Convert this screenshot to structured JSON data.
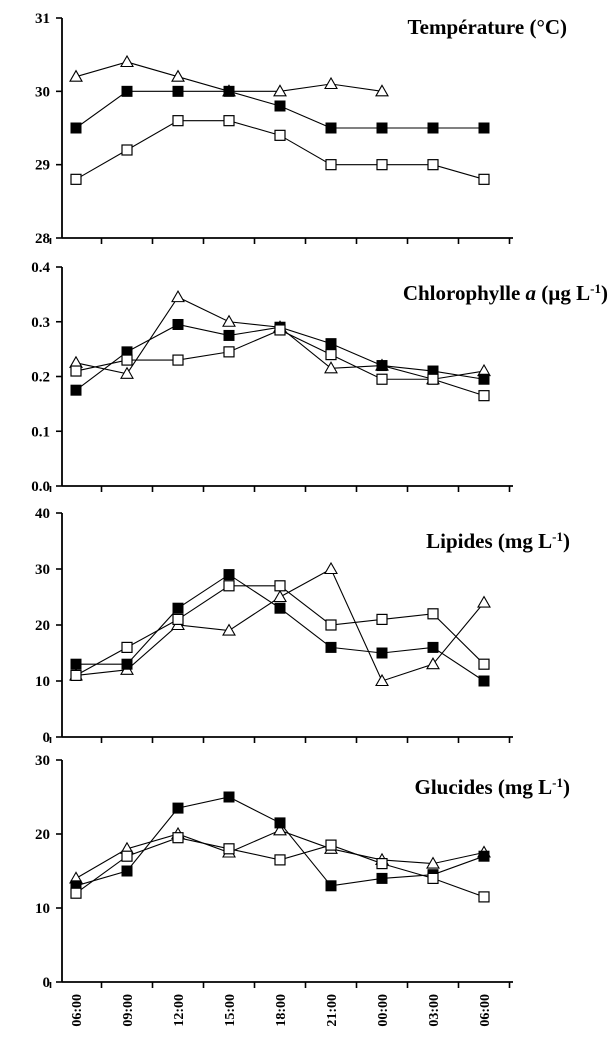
{
  "chart_data": [
    {
      "type": "line",
      "title": "Température (°C)",
      "title_parts": [
        {
          "text": "Température (°C)"
        }
      ],
      "ylim": [
        28,
        31
      ],
      "yticks": [
        28,
        29,
        30,
        31
      ],
      "ytick_labels": [
        "28",
        "29",
        "30",
        "31"
      ],
      "categories": [
        "06:00",
        "09:00",
        "12:00",
        "15:00",
        "18:00",
        "21:00",
        "00:00",
        "03:00",
        "06:00"
      ],
      "series": [
        {
          "marker": "triangle-open",
          "values": [
            30.2,
            30.4,
            30.2,
            30.0,
            30.0,
            30.1,
            30.0,
            null,
            null
          ]
        },
        {
          "marker": "square-filled",
          "values": [
            29.5,
            30.0,
            30.0,
            30.0,
            29.8,
            29.5,
            29.5,
            29.5,
            29.5
          ]
        },
        {
          "marker": "square-open",
          "values": [
            28.8,
            29.2,
            29.6,
            29.6,
            29.4,
            29.0,
            29.0,
            29.0,
            28.8
          ]
        }
      ]
    },
    {
      "type": "line",
      "title": "Chlorophylle a (µg L-1)",
      "title_parts": [
        {
          "text": "Chlorophylle "
        },
        {
          "text": "a",
          "italic": true
        },
        {
          "text": "  (µg L"
        },
        {
          "text": "-1",
          "sup": true
        },
        {
          "text": ")"
        }
      ],
      "ylim": [
        0,
        0.4
      ],
      "yticks": [
        0,
        0.1,
        0.2,
        0.3,
        0.4
      ],
      "ytick_labels": [
        "0.0",
        "0.1",
        "0.2",
        "0.3",
        "0.4"
      ],
      "categories": [
        "06:00",
        "09:00",
        "12:00",
        "15:00",
        "18:00",
        "21:00",
        "00:00",
        "03:00",
        "06:00"
      ],
      "series": [
        {
          "marker": "triangle-open",
          "values": [
            0.225,
            0.205,
            0.345,
            0.3,
            0.29,
            0.215,
            0.22,
            0.195,
            0.21
          ]
        },
        {
          "marker": "square-filled",
          "values": [
            0.175,
            0.245,
            0.295,
            0.275,
            0.29,
            0.26,
            0.22,
            0.21,
            0.195
          ]
        },
        {
          "marker": "square-open",
          "values": [
            0.21,
            0.23,
            0.23,
            0.245,
            0.285,
            0.24,
            0.195,
            0.195,
            0.165
          ]
        }
      ]
    },
    {
      "type": "line",
      "title": "Lipides (mg L-1)",
      "title_parts": [
        {
          "text": "Lipides (mg L"
        },
        {
          "text": "-1",
          "sup": true
        },
        {
          "text": ")"
        }
      ],
      "ylim": [
        0,
        40
      ],
      "yticks": [
        0,
        10,
        20,
        30,
        40
      ],
      "ytick_labels": [
        "0",
        "10",
        "20",
        "30",
        "40"
      ],
      "categories": [
        "06:00",
        "09:00",
        "12:00",
        "15:00",
        "18:00",
        "21:00",
        "00:00",
        "03:00",
        "06:00"
      ],
      "series": [
        {
          "marker": "triangle-open",
          "values": [
            11,
            12,
            20,
            19,
            25,
            30,
            10,
            13,
            24
          ]
        },
        {
          "marker": "square-filled",
          "values": [
            13,
            13,
            23,
            29,
            23,
            16,
            15,
            16,
            10
          ]
        },
        {
          "marker": "square-open",
          "values": [
            11,
            16,
            21,
            27,
            27,
            20,
            21,
            22,
            13
          ]
        }
      ]
    },
    {
      "type": "line",
      "title": "Glucides (mg L-1)",
      "title_parts": [
        {
          "text": "Glucides (mg L"
        },
        {
          "text": "-1",
          "sup": true
        },
        {
          "text": ")"
        }
      ],
      "ylim": [
        0,
        30
      ],
      "yticks": [
        0,
        10,
        20,
        30
      ],
      "ytick_labels": [
        "0",
        "10",
        "20",
        "30"
      ],
      "categories": [
        "06:00",
        "09:00",
        "12:00",
        "15:00",
        "18:00",
        "21:00",
        "00:00",
        "03:00",
        "06:00"
      ],
      "x_tick_labels_shown": true,
      "series": [
        {
          "marker": "triangle-open",
          "values": [
            14,
            18,
            20,
            17.5,
            20.5,
            18,
            16.5,
            16,
            17.5
          ]
        },
        {
          "marker": "square-filled",
          "values": [
            13,
            15,
            23.5,
            25,
            21.5,
            13,
            14,
            14.5,
            17
          ]
        },
        {
          "marker": "square-open",
          "values": [
            12,
            17,
            19.5,
            18,
            16.5,
            18.5,
            16,
            14,
            11.5
          ]
        }
      ]
    }
  ]
}
